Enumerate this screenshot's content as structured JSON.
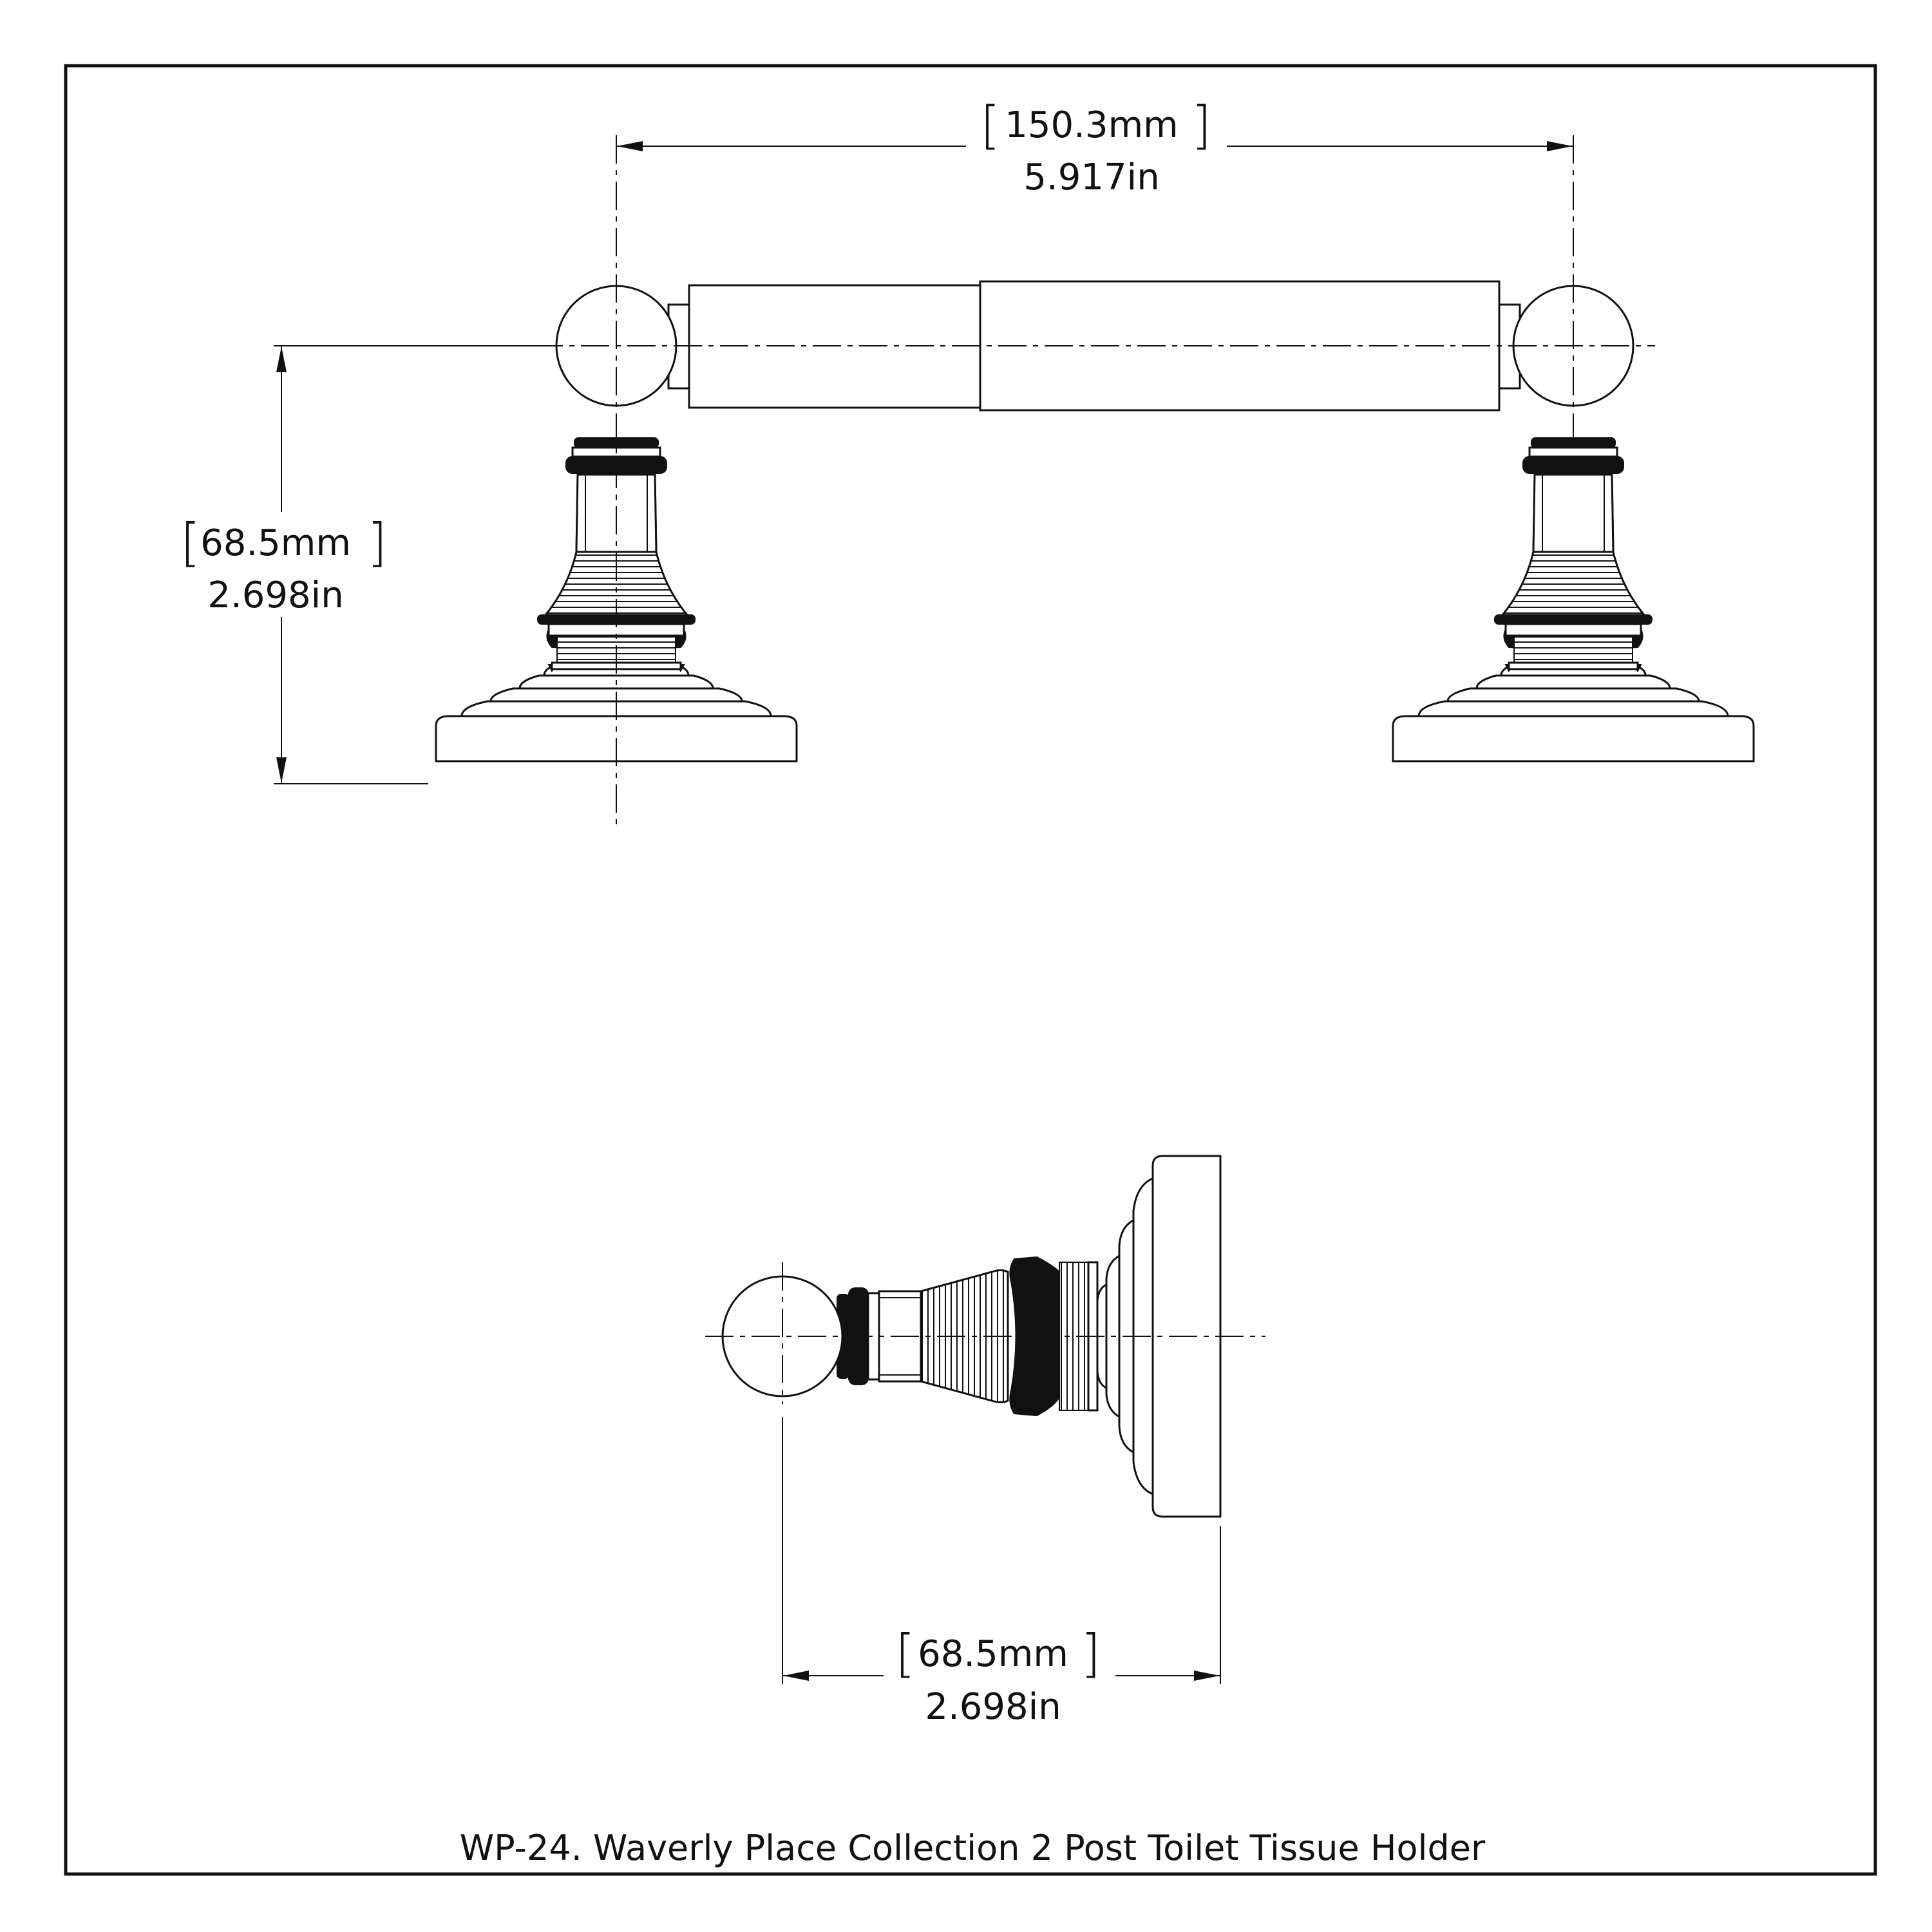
{
  "dimensions": {
    "top_width": {
      "mm": "150.3mm",
      "inch": "5.917in"
    },
    "front_height": {
      "mm": "68.5mm",
      "inch": "2.698in"
    },
    "side_depth": {
      "mm": "68.5mm",
      "inch": "2.698in"
    }
  },
  "bracket_open": "[",
  "bracket_close": "]",
  "caption": "WP-24. Waverly Place Collection 2 Post Toilet Tissue Holder"
}
